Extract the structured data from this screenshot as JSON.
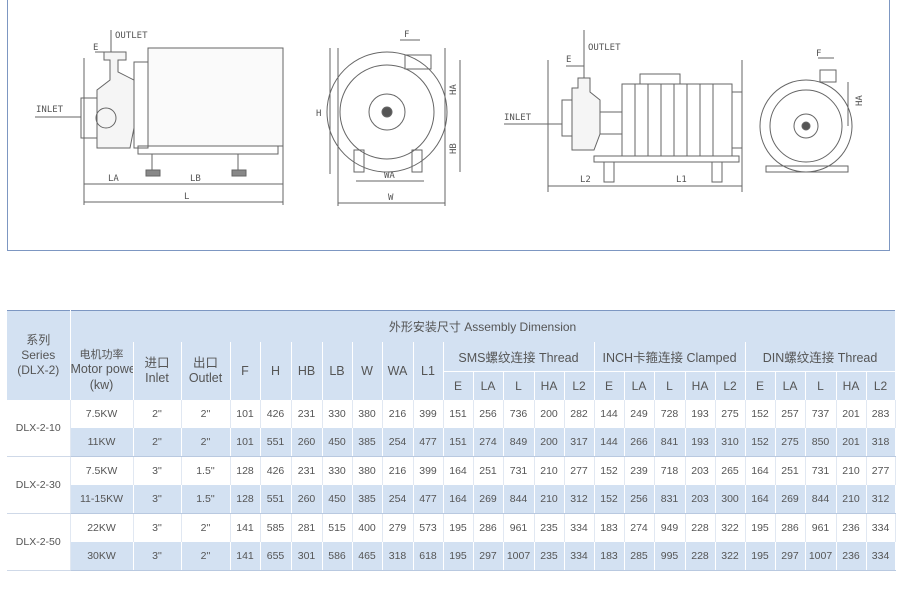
{
  "drawing_labels": {
    "outlet": "OUTLET",
    "inlet": "INLET",
    "dims": {
      "E": "E",
      "F": "F",
      "H": "H",
      "HA": "HA",
      "HB": "HB",
      "LA": "LA",
      "LB": "LB",
      "L": "L",
      "WA": "WA",
      "W": "W",
      "L1": "L1",
      "L2": "L2"
    }
  },
  "table": {
    "series_header": [
      "系列",
      "Series",
      "(DLX-2)"
    ],
    "assembly_header": "外形安装尺寸 Assembly Dimension",
    "motor_header": [
      "电机功率",
      "Motor power",
      "(kw)"
    ],
    "inlet_header": [
      "进口",
      "Inlet"
    ],
    "outlet_header": [
      "出口",
      "Outlet"
    ],
    "dim_headers": [
      "F",
      "H",
      "HB",
      "LB",
      "W",
      "WA",
      "L1"
    ],
    "groups": [
      {
        "label": "SMS螺纹连接 Thread",
        "subs": [
          "E",
          "LA",
          "L",
          "HA",
          "L2"
        ]
      },
      {
        "label": "INCH卡箍连接 Clamped",
        "subs": [
          "E",
          "LA",
          "L",
          "HA",
          "L2"
        ]
      },
      {
        "label": "DIN螺纹连接 Thread",
        "subs": [
          "E",
          "LA",
          "L",
          "HA",
          "L2"
        ]
      }
    ],
    "series": [
      {
        "model": "DLX-2-10",
        "rows": [
          [
            "7.5KW",
            "2''",
            "2''",
            "101",
            "426",
            "231",
            "330",
            "380",
            "216",
            "399",
            "151",
            "256",
            "736",
            "200",
            "282",
            "144",
            "249",
            "728",
            "193",
            "275",
            "152",
            "257",
            "737",
            "201",
            "283"
          ],
          [
            "11KW",
            "2''",
            "2''",
            "101",
            "551",
            "260",
            "450",
            "385",
            "254",
            "477",
            "151",
            "274",
            "849",
            "200",
            "317",
            "144",
            "266",
            "841",
            "193",
            "310",
            "152",
            "275",
            "850",
            "201",
            "318"
          ]
        ]
      },
      {
        "model": "DLX-2-30",
        "rows": [
          [
            "7.5KW",
            "3''",
            "1.5''",
            "128",
            "426",
            "231",
            "330",
            "380",
            "216",
            "399",
            "164",
            "251",
            "731",
            "210",
            "277",
            "152",
            "239",
            "718",
            "203",
            "265",
            "164",
            "251",
            "731",
            "210",
            "277"
          ],
          [
            "11-15KW",
            "3''",
            "1.5''",
            "128",
            "551",
            "260",
            "450",
            "385",
            "254",
            "477",
            "164",
            "269",
            "844",
            "210",
            "312",
            "152",
            "256",
            "831",
            "203",
            "300",
            "164",
            "269",
            "844",
            "210",
            "312"
          ]
        ]
      },
      {
        "model": "DLX-2-50",
        "rows": [
          [
            "22KW",
            "3''",
            "2''",
            "141",
            "585",
            "281",
            "515",
            "400",
            "279",
            "573",
            "195",
            "286",
            "961",
            "235",
            "334",
            "183",
            "274",
            "949",
            "228",
            "322",
            "195",
            "286",
            "961",
            "236",
            "334"
          ],
          [
            "30KW",
            "3''",
            "2''",
            "141",
            "655",
            "301",
            "586",
            "465",
            "318",
            "618",
            "195",
            "297",
            "1007",
            "235",
            "334",
            "183",
            "285",
            "995",
            "228",
            "322",
            "195",
            "297",
            "1007",
            "236",
            "334"
          ]
        ]
      }
    ]
  }
}
